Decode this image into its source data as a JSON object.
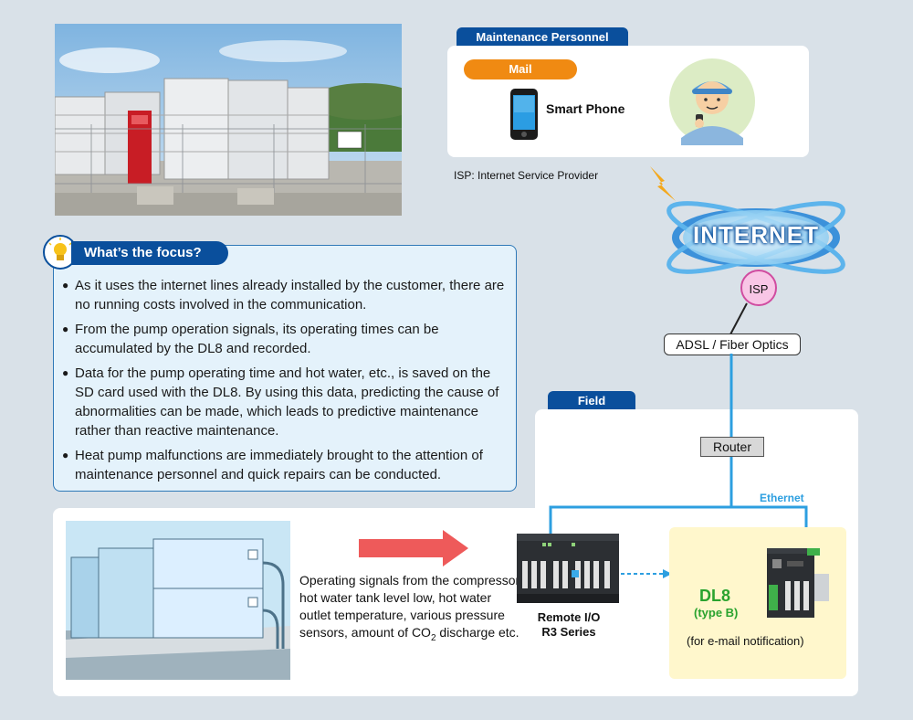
{
  "maintenance": {
    "tab_label": "Maintenance Personnel",
    "mail_label": "Mail",
    "smartphone_label": "Smart Phone",
    "isp_note": "ISP: Internet Service Provider"
  },
  "internet": {
    "label": "INTERNET",
    "isp_label": "ISP",
    "line_label": "ADSL / Fiber Optics"
  },
  "focus": {
    "title": "What’s the focus?",
    "items": [
      "As it uses the internet lines already installed by the customer, there are no running costs involved in the communication.",
      "From the pump operation signals, its operating times can be accumulated by the DL8 and recorded.",
      "Data for the pump operating time and hot water, etc., is saved on the SD card used with the DL8. By using this data, predicting the cause of abnormalities can be made, which leads to predictive maintenance rather than reactive maintenance.",
      "Heat pump malfunctions are immediately brought to the attention of maintenance personnel and quick repairs can be conducted."
    ]
  },
  "field": {
    "tab_label": "Field",
    "router_label": "Router",
    "ethernet_label": "Ethernet",
    "signals_text_1": "Operating signals from the compressor, hot water tank level low, hot water outlet temperature, various pressure sensors, amount of CO",
    "signals_sub": "2",
    "signals_text_2": " discharge etc.",
    "remote_io_line1": "Remote I/O",
    "remote_io_line2": "R3 Series",
    "dl8_title": "DL8",
    "dl8_type": "(type B)",
    "dl8_note": "(for e-mail notification)"
  },
  "colors": {
    "background": "#d9e1e8",
    "brand_blue": "#0a4f9c",
    "mail_orange": "#f08a12",
    "dl8_green": "#2aa32e",
    "ethernet_cyan": "#2d9fe0",
    "arrow_red": "#ee5a5a",
    "lightning": "#f4a81c",
    "dl8_panel": "#fff7cc"
  }
}
